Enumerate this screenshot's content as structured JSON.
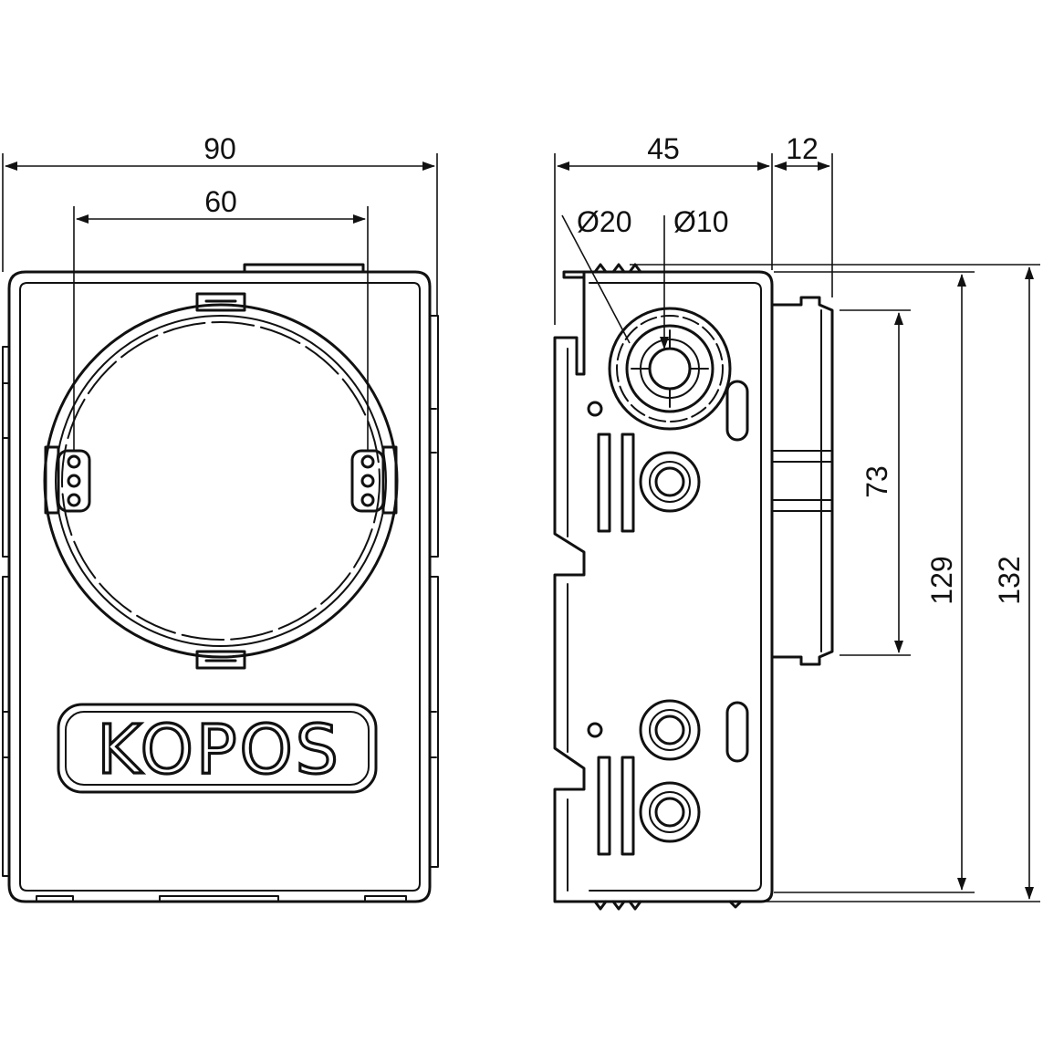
{
  "brand": "KOPOS",
  "front_view": {
    "width_overall": "90",
    "width_mount_holes": "60"
  },
  "side_view": {
    "depth_body": "45",
    "depth_flange": "12",
    "large_knockout": "Ø20",
    "small_knockout": "Ø10",
    "height_opening": "73",
    "height_inner": "129",
    "height_overall": "132"
  },
  "colors": {
    "line": "#111111",
    "background": "#ffffff"
  }
}
